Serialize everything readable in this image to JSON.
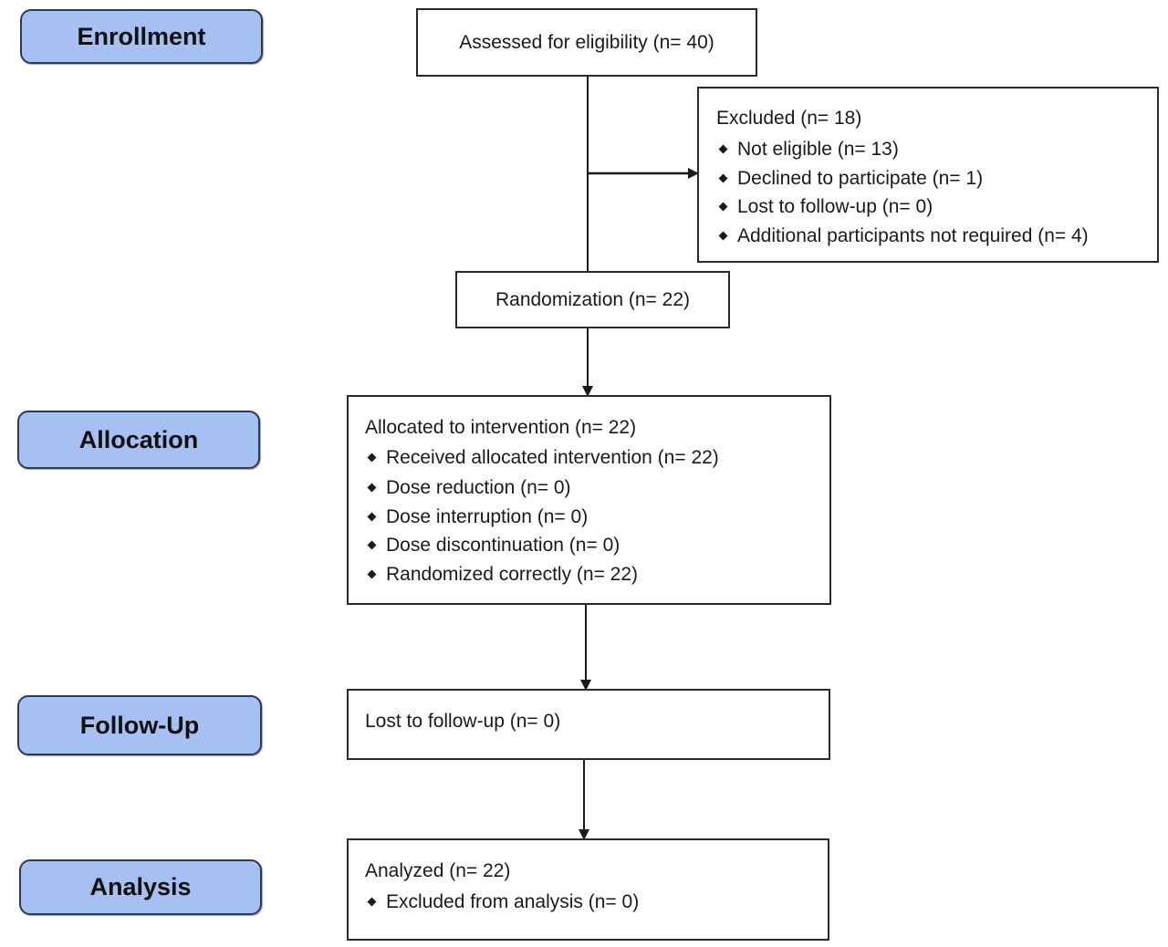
{
  "colors": {
    "stage_fill": "#a7c0f2",
    "stage_border": "#2d3a56",
    "box_border": "#2a2a2a",
    "connector": "#1a1a1a"
  },
  "stages": {
    "enrollment": "Enrollment",
    "allocation": "Allocation",
    "follow_up": "Follow-Up",
    "analysis": "Analysis"
  },
  "assessed": {
    "text": "Assessed for eligibility (n= 40)"
  },
  "excluded": {
    "title": "Excluded (n= 18)",
    "items": [
      "Not eligible (n= 13)",
      "Declined to participate (n= 1)",
      "Lost to follow-up (n= 0)",
      "Additional participants not required (n= 4)"
    ]
  },
  "randomization": {
    "text": "Randomization (n= 22)"
  },
  "allocated": {
    "title": "Allocated to intervention (n= 22)",
    "items": [
      "Received allocated intervention (n= 22)",
      "Dose reduction (n= 0)",
      "Dose interruption (n= 0)",
      "Dose discontinuation (n= 0)",
      "Randomized correctly (n= 22)"
    ]
  },
  "follow_up": {
    "text": "Lost to follow-up (n= 0)"
  },
  "analyzed": {
    "title": "Analyzed (n= 22)",
    "items": [
      "Excluded from analysis (n= 0)"
    ]
  }
}
